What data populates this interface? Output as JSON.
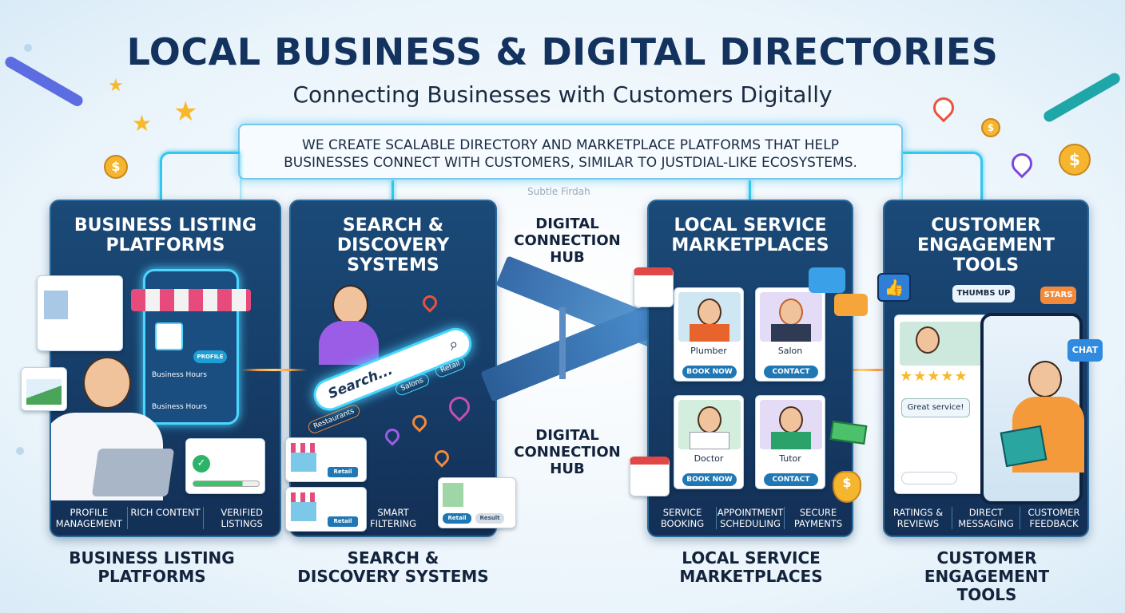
{
  "header": {
    "title": "LOCAL BUSINESS & DIGITAL DIRECTORIES",
    "subtitle": "Connecting Businesses with Customers Digitally",
    "banner_line1": "WE CREATE SCALABLE DIRECTORY AND MARKETPLACE PLATFORMS THAT HELP",
    "banner_line2": "BUSINESSES CONNECT WITH CUSTOMERS, SIMILAR TO JUSTDIAL-LIKE ECOSYSTEMS."
  },
  "watermark": "Subtle Firdah",
  "hub": {
    "top": "DIGITAL CONNECTION HUB",
    "bottom": "DIGITAL CONNECTION HUB"
  },
  "panels": [
    {
      "title": "BUSINESS LISTING PLATFORMS",
      "features": [
        "PROFILE MANAGEMENT",
        "RICH CONTENT",
        "VERIFIED LISTINGS"
      ],
      "caption": "BUSINESS LISTING PLATFORMS",
      "ui": {
        "profile_button": "PROFILE",
        "hours1": "Business Hours",
        "hours2": "Business Hours"
      }
    },
    {
      "title": "SEARCH & DISCOVERY SYSTEMS",
      "features": [
        "SMART FILTERING"
      ],
      "caption": "SEARCH & DISCOVERY SYSTEMS",
      "ui": {
        "search_placeholder": "Search...",
        "chips": [
          "Restaurants",
          "Salons",
          "Retail"
        ],
        "card1_tag": "Retail",
        "card2_tag": "Retail",
        "result_tags": [
          "Retail",
          "Result"
        ]
      }
    },
    {
      "title": "LOCAL SERVICE MARKETPLACES",
      "features": [
        "SERVICE BOOKING",
        "APPOINTMENT SCHEDULING",
        "SECURE PAYMENTS"
      ],
      "caption": "LOCAL SERVICE MARKETPLACES",
      "providers": [
        {
          "name": "Plumber",
          "action": "BOOK NOW"
        },
        {
          "name": "Salon",
          "action": "CONTACT"
        },
        {
          "name": "Doctor",
          "action": "BOOK NOW"
        },
        {
          "name": "Tutor",
          "action": "CONTACT"
        }
      ]
    },
    {
      "title": "CUSTOMER ENGAGEMENT TOOLS",
      "features": [
        "RATINGS & REVIEWS",
        "DIRECT MESSAGING",
        "CUSTOMER FEEDBACK"
      ],
      "caption": "CUSTOMER ENGAGEMENT TOOLS",
      "ui": {
        "thumbs": "THUMBS UP",
        "stars_tag": "STARS",
        "chat": "CHAT",
        "review": "Great service!",
        "rating": "★★★★★"
      }
    }
  ],
  "colors": {
    "navy": "#13325e",
    "panel": "#1b4a78",
    "accent": "#35c6ee",
    "orange": "#ff9a3c"
  }
}
